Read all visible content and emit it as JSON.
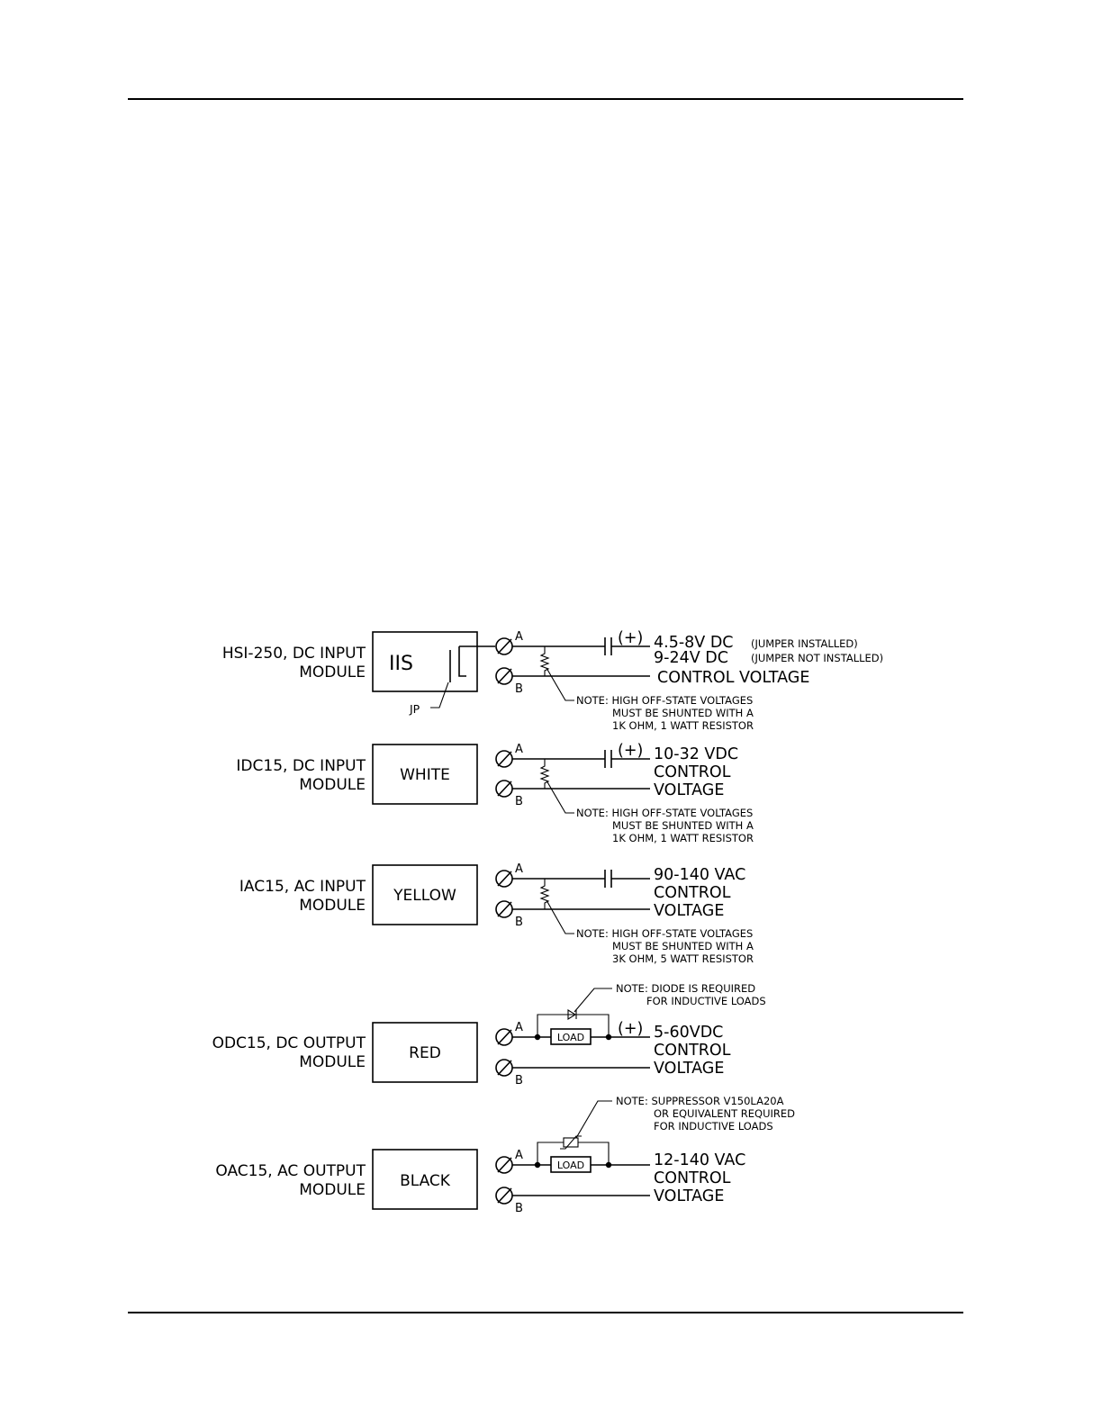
{
  "modules": [
    {
      "name_line1": "HSI-250, DC INPUT",
      "name_line2": "MODULE",
      "box_label": "IIS",
      "jumper_label": "JP",
      "terminal_a": "A",
      "terminal_b": "B",
      "polarity": "(+)",
      "voltage_line1": "4.5-8V  DC",
      "voltage_line1_note": "(JUMPER INSTALLED)",
      "voltage_line2": "9-24V  DC",
      "voltage_line2_note": "(JUMPER NOT INSTALLED)",
      "voltage_line3": "CONTROL  VOLTAGE",
      "note_lines": [
        "NOTE: HIGH  OFF-STATE  VOLTAGES",
        "MUST  BE  SHUNTED  WITH  A",
        "1K  OHM,  1  WATT  RESISTOR"
      ]
    },
    {
      "name_line1": "IDC15,  DC  INPUT",
      "name_line2": "MODULE",
      "box_label": "WHITE",
      "terminal_a": "A",
      "terminal_b": "B",
      "polarity": "(+)",
      "voltage_lines": [
        "10-32  VDC",
        "CONTROL",
        "VOLTAGE"
      ],
      "note_lines": [
        "NOTE: HIGH  OFF-STATE  VOLTAGES",
        "MUST  BE  SHUNTED  WITH  A",
        "1K  OHM,  1  WATT  RESISTOR"
      ]
    },
    {
      "name_line1": "IAC15,  AC  INPUT",
      "name_line2": "MODULE",
      "box_label": "YELLOW",
      "terminal_a": "A",
      "terminal_b": "B",
      "voltage_lines": [
        "90-140  VAC",
        "CONTROL",
        "VOLTAGE"
      ],
      "note_lines": [
        "NOTE: HIGH  OFF-STATE  VOLTAGES",
        "MUST  BE  SHUNTED  WITH  A",
        "3K  OHM,  5  WATT  RESISTOR"
      ]
    },
    {
      "name_line1": "ODC15,  DC  OUTPUT",
      "name_line2": "MODULE",
      "box_label": "RED",
      "terminal_a": "A",
      "terminal_b": "B",
      "load_label": "LOAD",
      "polarity": "(+)",
      "voltage_lines": [
        "5-60VDC",
        "CONTROL",
        "VOLTAGE"
      ],
      "note_lines": [
        "NOTE:  DIODE  IS  REQUIRED",
        "FOR  INDUCTIVE  LOADS"
      ]
    },
    {
      "name_line1": "OAC15,  AC  OUTPUT",
      "name_line2": "MODULE",
      "box_label": "BLACK",
      "terminal_a": "A",
      "terminal_b": "B",
      "load_label": "LOAD",
      "voltage_lines": [
        "12-140  VAC",
        "CONTROL",
        "VOLTAGE"
      ],
      "note_lines": [
        "NOTE:  SUPPRESSOR  V150LA20A",
        "OR  EQUIVALENT  REQUIRED",
        "FOR  INDUCTIVE  LOADS"
      ]
    }
  ]
}
